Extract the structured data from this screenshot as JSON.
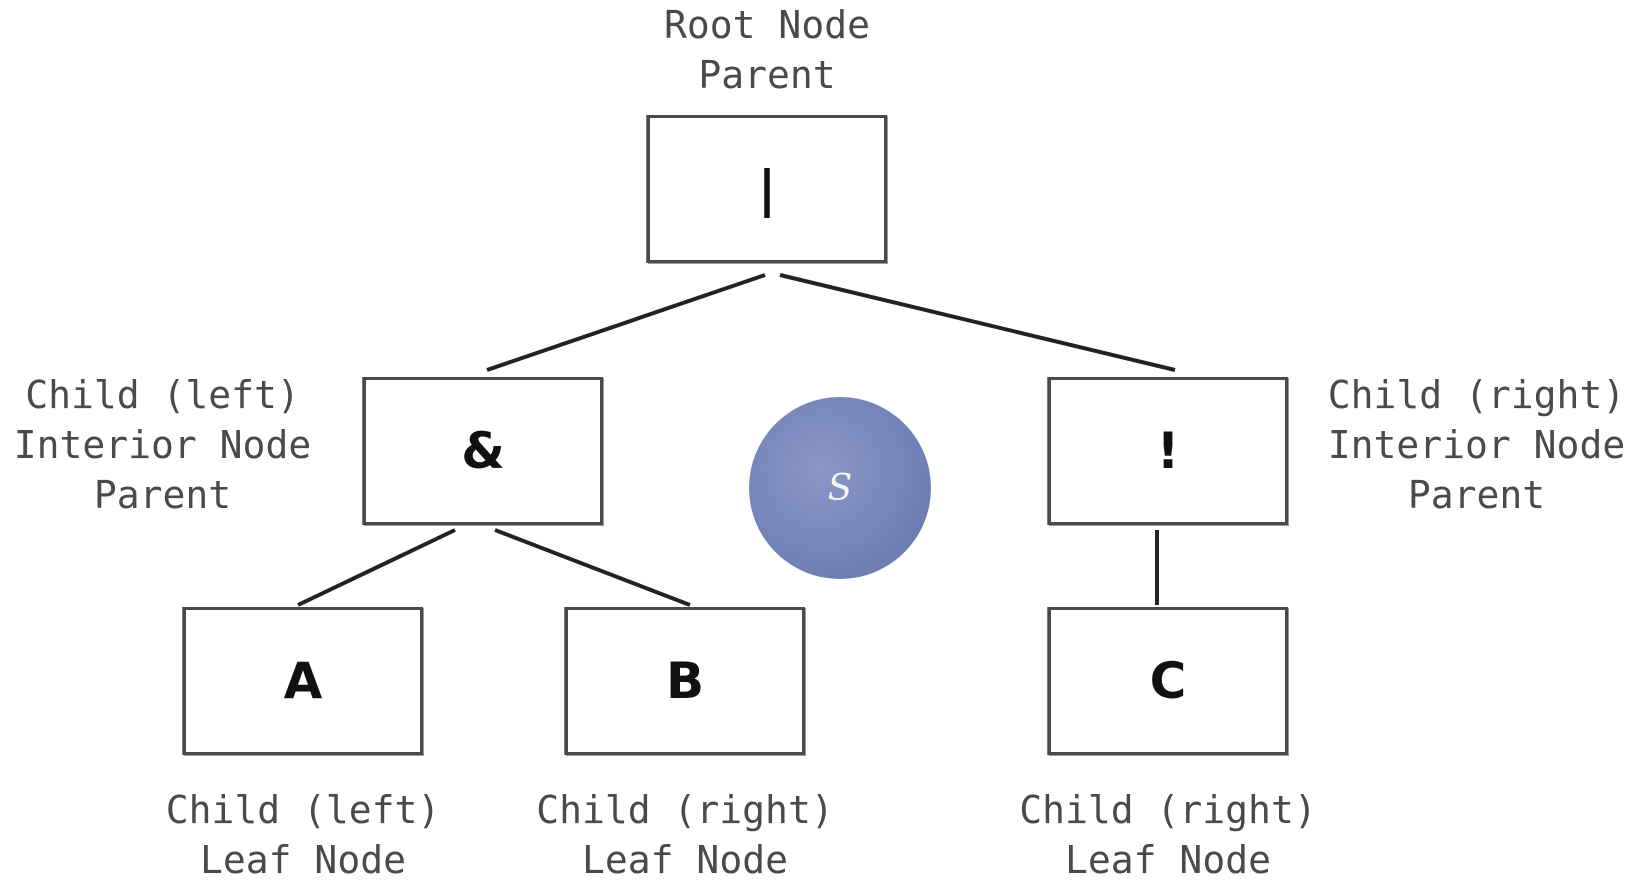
{
  "nodes": {
    "root": {
      "symbol": "|",
      "labels": [
        "Root Node",
        "Parent"
      ]
    },
    "left_interior": {
      "symbol": "&",
      "labels": [
        "Child (left)",
        "Interior Node",
        "Parent"
      ]
    },
    "right_interior": {
      "symbol": "!",
      "labels": [
        "Child (right)",
        "Interior Node",
        "Parent"
      ]
    },
    "leaf_a": {
      "symbol": "A",
      "labels": [
        "Child (left)",
        "Leaf Node"
      ]
    },
    "leaf_b": {
      "symbol": "B",
      "labels": [
        "Child (right)",
        "Leaf Node"
      ]
    },
    "leaf_c": {
      "symbol": "C",
      "labels": [
        "Child (right)",
        "Leaf Node"
      ]
    }
  },
  "cursor": {
    "letter": "S",
    "color": "#7282b8"
  },
  "colors": {
    "border": "#4a4a4a",
    "text": "#4a4a4a",
    "symbol": "#111111"
  }
}
